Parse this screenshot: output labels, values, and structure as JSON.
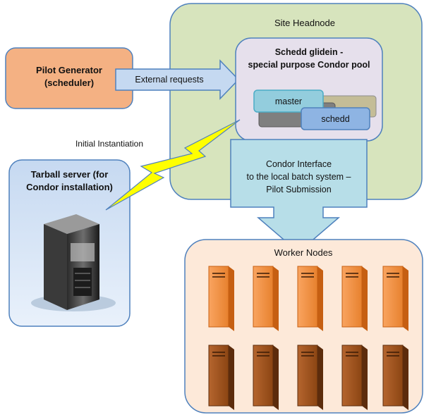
{
  "site_headnode": {
    "label": "Site Headnode"
  },
  "schedd_glidein": {
    "title_line1": "Schedd glidein -",
    "title_line2": "special purpose  Condor pool",
    "master_label": "master",
    "schedd_label": "schedd"
  },
  "pilot_generator": {
    "line1": "Pilot Generator",
    "line2": "(scheduler)"
  },
  "external_requests": {
    "label": "External requests"
  },
  "initial_instantiation": {
    "label": "Initial Instantiation"
  },
  "tarball_server": {
    "line1": "Tarball server (for",
    "line2": "Condor installation)"
  },
  "condor_interface": {
    "line1": "Condor Interface",
    "line2": "to the local batch system –",
    "line3": "Pilot Submission"
  },
  "worker_nodes": {
    "label": "Worker Nodes"
  },
  "colors": {
    "site_headnode_fill": "#d7e4bd",
    "schedd_box_fill": "#e6e0ec",
    "pilot_generator_fill": "#f4b183",
    "arrow_fill": "#c5d9f1",
    "tarball_fill": "#c6d9f1",
    "condor_interface_fill": "#b7dee8",
    "worker_nodes_fill": "#fde9d9",
    "master_fill": "#93cddd",
    "schedd_fill": "#8eb4e3",
    "lightning_fill": "#ffff00",
    "orange_node": "#f79646",
    "brown_node": "#a0522d"
  }
}
